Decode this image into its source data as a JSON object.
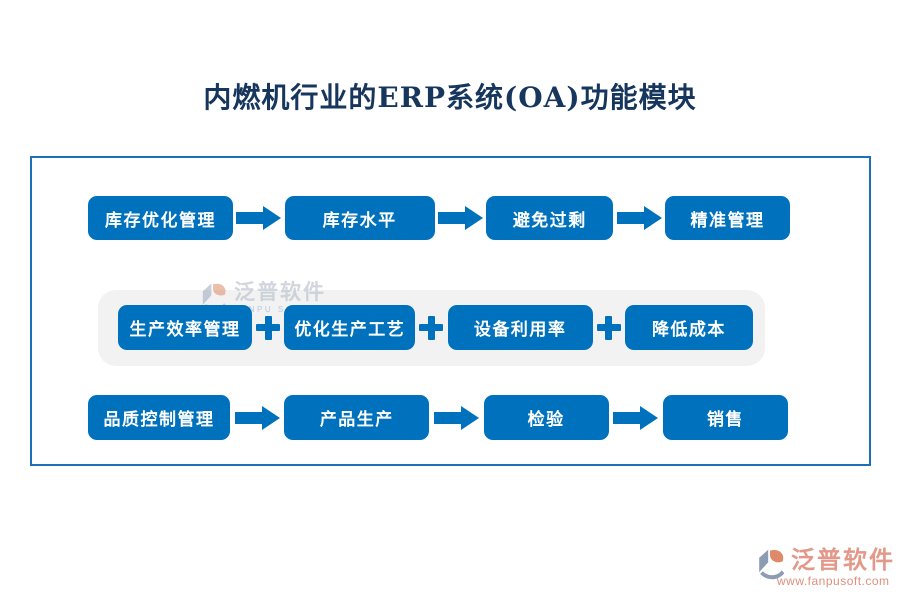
{
  "title": "内燃机行业的ERP系统(OA)功能模块",
  "colors": {
    "node_blue": "#0071BC",
    "frame_border": "#1C6FB8",
    "title_navy": "#17365D",
    "panel_gray": "#F2F2F2",
    "brand_salmon": "#E2998A"
  },
  "rows": [
    {
      "name": "inventory-flow",
      "connector": "arrow",
      "items": [
        "库存优化管理",
        "库存水平",
        "避免过剩",
        "精准管理"
      ]
    },
    {
      "name": "production-flow",
      "connector": "plus",
      "items": [
        "生产效率管理",
        "优化生产工艺",
        "设备利用率",
        "降低成本"
      ]
    },
    {
      "name": "quality-flow",
      "connector": "arrow",
      "items": [
        "品质控制管理",
        "产品生产",
        "检验",
        "销售"
      ]
    }
  ],
  "watermark": {
    "brand": "泛普软件",
    "sub": "FANPU SOFTWARE"
  },
  "footer": {
    "brand": "泛普软件",
    "website": "www.fanpusoft.com"
  }
}
